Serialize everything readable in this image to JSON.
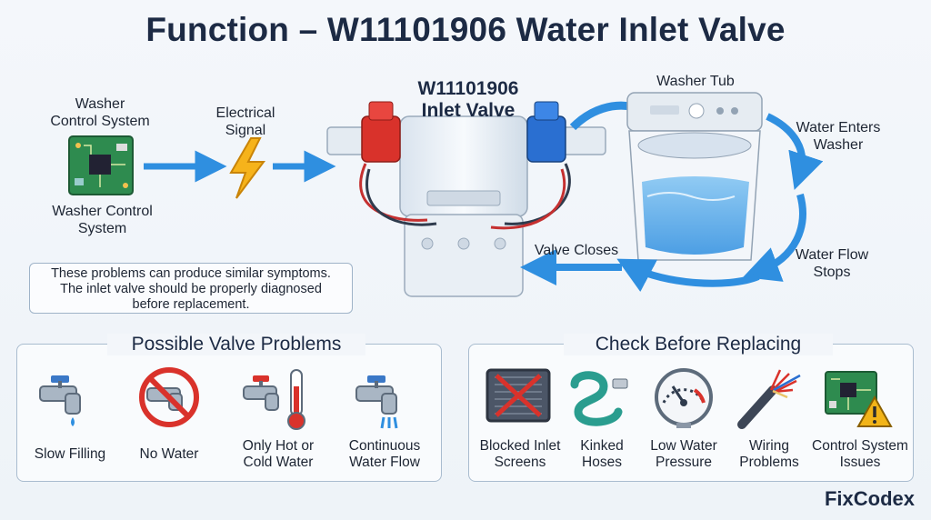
{
  "title": "Function – W11101906 Water Inlet Valve",
  "flow": {
    "control_top": "Washer\nControl System",
    "control_bottom": "Washer Control\nSystem",
    "signal": "Electrical\nSignal",
    "valve": "W11101906\nInlet Valve",
    "tub": "Washer Tub",
    "enters": "Water Enters\nWasher",
    "stops": "Water Flow\nStops",
    "closes": "Valve Closes"
  },
  "note": "These problems can produce similar symptoms.\nThe inlet valve should be properly diagnosed\nbefore replacement.",
  "problems": {
    "title": "Possible Valve Problems",
    "items": [
      {
        "label": "Slow Filling",
        "icon": "dripping-faucet-icon"
      },
      {
        "label": "No Water",
        "icon": "no-water-icon"
      },
      {
        "label": "Only Hot or\nCold Water",
        "icon": "faucet-thermometer-icon"
      },
      {
        "label": "Continuous\nWater Flow",
        "icon": "running-faucet-icon"
      }
    ]
  },
  "checks": {
    "title": "Check Before Replacing",
    "items": [
      {
        "label": "Blocked Inlet\nScreens",
        "icon": "blocked-screen-icon"
      },
      {
        "label": "Kinked\nHoses",
        "icon": "kinked-hose-icon"
      },
      {
        "label": "Low Water\nPressure",
        "icon": "pressure-gauge-icon"
      },
      {
        "label": "Wiring\nProblems",
        "icon": "wiring-icon"
      },
      {
        "label": "Control System\nIssues",
        "icon": "control-board-warning-icon"
      }
    ]
  },
  "brand": "FixCodex",
  "colors": {
    "accent": "#2f8fe0",
    "hot": "#d9322b",
    "cold": "#2a6fd1",
    "warning": "#f2b418"
  }
}
